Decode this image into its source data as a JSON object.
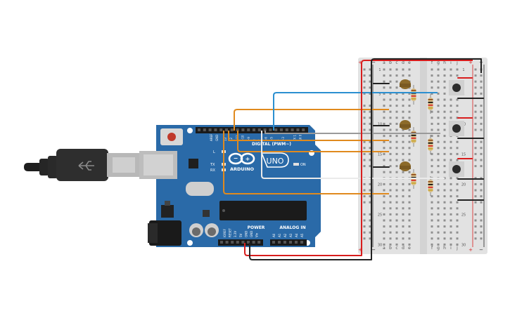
{
  "board": {
    "logo_text": "ARDUINO",
    "model_text": "UNO",
    "digital_header": "DIGITAL (PWM~)",
    "power_header": "POWER",
    "analog_header": "ANALOG IN",
    "on_label": "ON",
    "led_l": "L",
    "led_tx": "TX",
    "led_rx": "RX",
    "pin_aref": "AREF",
    "pin_gnd": "GND",
    "digital_pins": [
      "13",
      "12",
      "~11",
      "~10",
      "~9",
      "8",
      "7",
      "~6",
      "~5",
      "4",
      "~3",
      "2",
      "TX 1",
      "RX 0"
    ],
    "power_pins": [
      "IOREF",
      "RESET",
      "3.3V",
      "5V",
      "GND",
      "GND",
      "Vin"
    ],
    "analog_pins": [
      "A0",
      "A1",
      "A2",
      "A3",
      "A4",
      "A5"
    ]
  },
  "breadboard": {
    "cols_left": [
      "a",
      "b",
      "c",
      "d",
      "e"
    ],
    "cols_right": [
      "f",
      "g",
      "h",
      "i",
      "j"
    ],
    "row_labels": [
      "1",
      "5",
      "10",
      "15",
      "20",
      "25",
      "30"
    ],
    "rail_plus": "+",
    "rail_minus": "−"
  },
  "colors": {
    "board": "#2a6aa8",
    "wire_orange": "#e08a1e",
    "wire_blue": "#2b8fd0",
    "wire_gray": "#9a9a9a",
    "wire_white": "#f4f4f4",
    "wire_red": "#d81d1d",
    "wire_black": "#222222"
  }
}
